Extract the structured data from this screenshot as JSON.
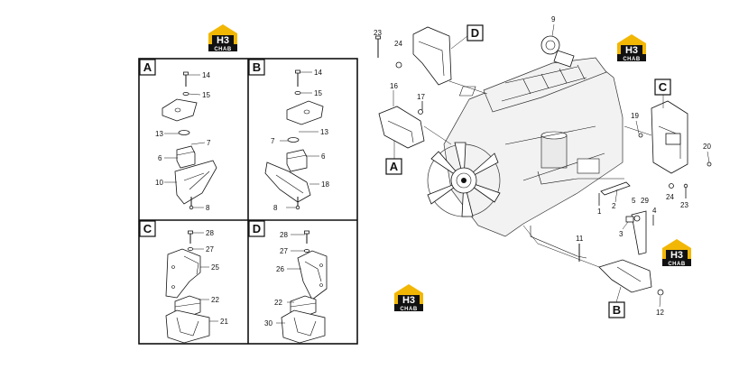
{
  "brand": {
    "logo_text": "H3",
    "logo_subtext": "CHAB",
    "accent_color": "#f2b705",
    "dark_color": "#111111"
  },
  "panels": {
    "A": {
      "label": "A",
      "callouts": [
        "14",
        "15",
        "13",
        "7",
        "6",
        "10",
        "8"
      ]
    },
    "B": {
      "label": "B",
      "callouts": [
        "14",
        "15",
        "7",
        "13",
        "6",
        "18",
        "8"
      ]
    },
    "C": {
      "label": "C",
      "callouts": [
        "28",
        "27",
        "25",
        "22",
        "21"
      ]
    },
    "D": {
      "label": "D",
      "callouts": [
        "28",
        "27",
        "26",
        "22",
        "30"
      ]
    }
  },
  "main": {
    "view_labels": [
      "A",
      "B",
      "C",
      "D"
    ],
    "callouts": [
      "23",
      "24",
      "9",
      "16",
      "17",
      "19",
      "20",
      "24",
      "23",
      "1",
      "2",
      "5",
      "29",
      "4",
      "3",
      "11",
      "12"
    ]
  }
}
